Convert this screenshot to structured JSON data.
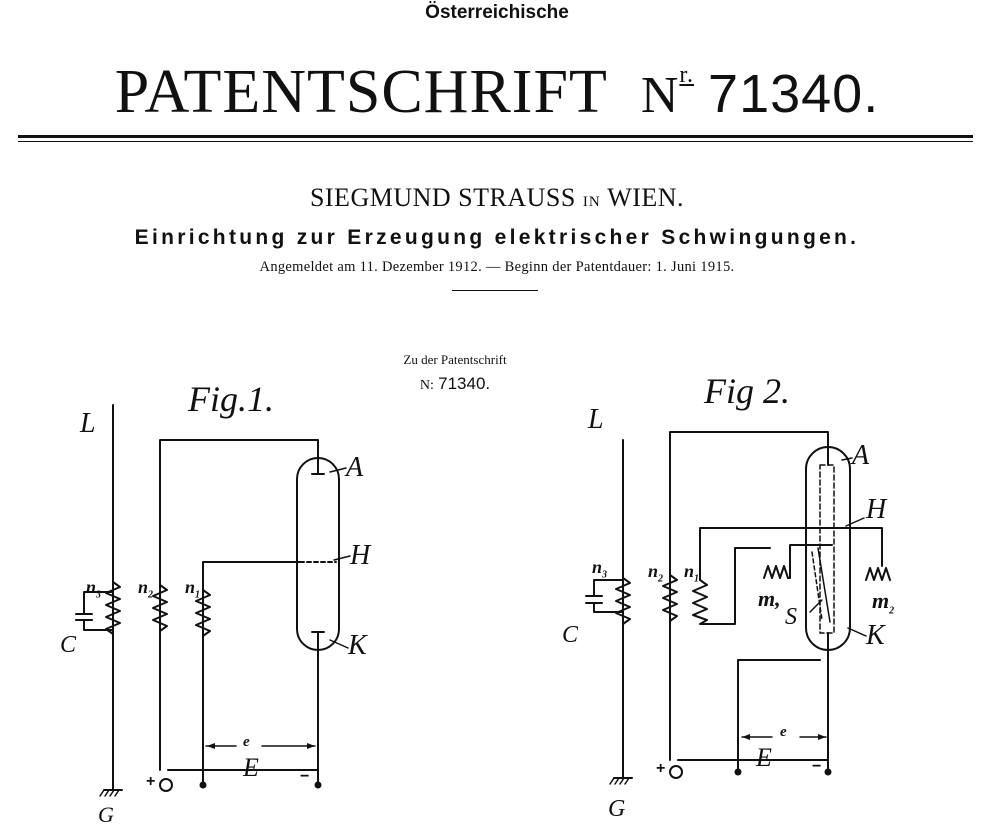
{
  "header": {
    "country": "Österreichische",
    "title_word": "PATENTSCHRIFT",
    "title_nr": "N",
    "title_nr_sup": "r.",
    "title_number": "71340."
  },
  "author": {
    "name": "SIEGMUND STRAUSS",
    "in": "IN",
    "city": "WIEN."
  },
  "subject": "Einrichtung zur Erzeugung elektrischer Schwingungen.",
  "dates": "Angemeldet am 11. Dezember 1912. — Beginn der Patentdauer: 1. Juni 1915.",
  "reference": {
    "line1": "Zu der Patentschrift",
    "nr": "N:",
    "number": "71340."
  },
  "fig1": {
    "title": "Fig.1.",
    "L": "L",
    "A": "A",
    "H": "H",
    "K": "K",
    "n3": "n",
    "n3_sub": "3",
    "n2": "n",
    "n2_sub": "2",
    "n1": "n",
    "n1_sub": "1",
    "C": "C",
    "G": "G",
    "e": "e",
    "E": "E",
    "plus": "+",
    "minus": "−"
  },
  "fig2": {
    "title": "Fig 2.",
    "L": "L",
    "A": "A",
    "H": "H",
    "K": "K",
    "S": "S",
    "m1": "m,",
    "m2": "m",
    "m2_sub": "2",
    "n3": "n",
    "n3_sub": "3",
    "n2": "n",
    "n2_sub": "2",
    "n1": "n",
    "n1_sub": "1",
    "C": "C",
    "G": "G",
    "e": "e",
    "E": "E",
    "plus": "+",
    "minus": "−"
  }
}
